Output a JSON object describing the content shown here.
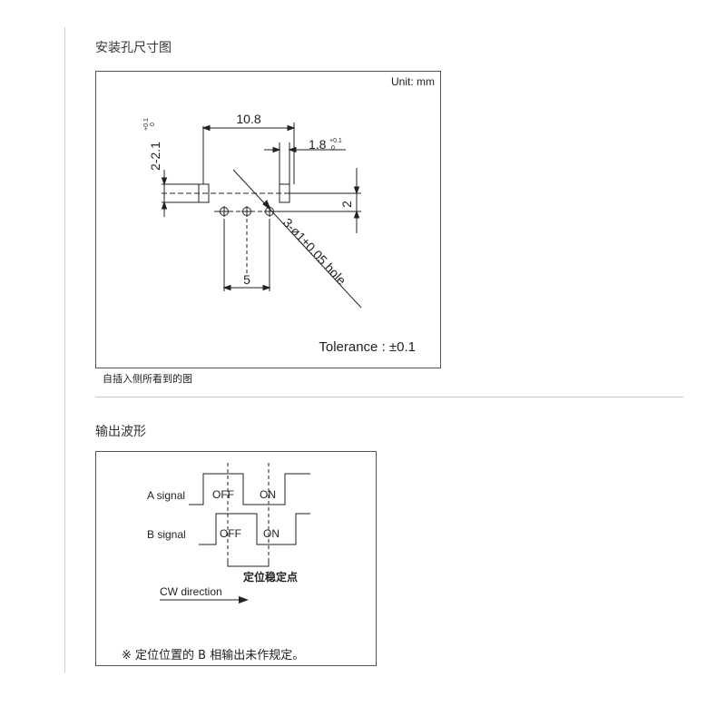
{
  "section1": {
    "title": "安装孔尺寸图",
    "unit": "Unit: mm",
    "dim_width": "10.8",
    "dim_pin_pitch": "5",
    "dim_offset": "1.8",
    "dim_offset_tol_upper": "+0.1",
    "dim_offset_tol_lower": "0",
    "dim_vertical": "2",
    "dim_slot": "2-2.1",
    "dim_slot_tol_upper": "+0.1",
    "dim_slot_tol_lower": "0",
    "hole_label": "3-ø1±0.05 hole",
    "tolerance": "Tolerance : ±0.1",
    "caption": "自插入侧所看到的图"
  },
  "section2": {
    "title": "输出波形",
    "a_signal": "A signal",
    "b_signal": "B signal",
    "off": "OFF",
    "on": "ON",
    "detent_label": "定位稳定点",
    "cw_direction": "CW direction",
    "note": "※ 定位位置的 B 相输出未作规定。"
  }
}
